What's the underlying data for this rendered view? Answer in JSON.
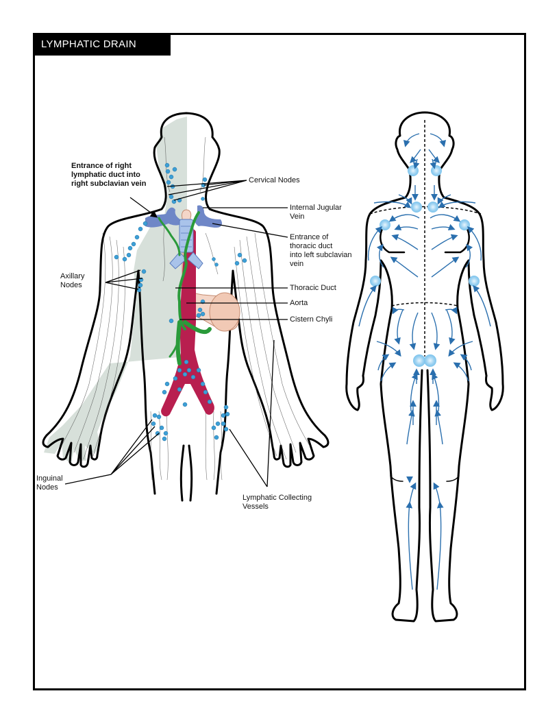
{
  "title": "LYMPHATIC DRAIN",
  "colors": {
    "frame": "#000000",
    "title_bg": "#000000",
    "title_text": "#ffffff",
    "shaded_region": "#d7e0da",
    "lymph_node": "#3d9fd6",
    "vein_blue": "#6f87c7",
    "trachea_blue": "#a9c3ea",
    "thoracic_duct_green": "#2a9a3a",
    "aorta_red": "#b81f4f",
    "esophagus_pink": "#f4d6c8",
    "flow_arrow_blue": "#2a6fae",
    "drainage_zone_blue": "#9fd3f2"
  },
  "left_figure": {
    "name": "Lymphatic system anatomy",
    "labels": {
      "right_duct_entrance": "Entrance of right lymphatic duct into right subclavian vein",
      "right_duct_entrance_lines": [
        "Entrance of right",
        "lymphatic duct into",
        "right subclavian vein"
      ],
      "cervical_nodes": "Cervical Nodes",
      "internal_jugular": [
        "Internal Jugular",
        "Vein"
      ],
      "thoracic_duct_entrance": [
        "Entrance of",
        "thoracic duct",
        "into left subclavian",
        "vein"
      ],
      "axillary_nodes": [
        "Axillary",
        "Nodes"
      ],
      "thoracic_duct": "Thoracic Duct",
      "aorta": "Aorta",
      "cistern_chyli": "Cistern Chyli",
      "inguinal_nodes": [
        "Inguinal",
        "Nodes"
      ],
      "collecting_vessels": [
        "Lymphatic Collecting",
        "Vessels"
      ]
    }
  },
  "right_figure": {
    "name": "Lymphatic drainage directions (female body outline)",
    "drainage_zones": [
      "left-cervical",
      "right-cervical",
      "left-supraclavicular",
      "right-supraclavicular",
      "left-axillary",
      "right-axillary",
      "left-elbow",
      "right-elbow",
      "left-inguinal",
      "right-inguinal"
    ],
    "watersheds": [
      "midline (vertical dashed)",
      "clavicular (horizontal dashed)",
      "waist (horizontal dashed)"
    ]
  }
}
